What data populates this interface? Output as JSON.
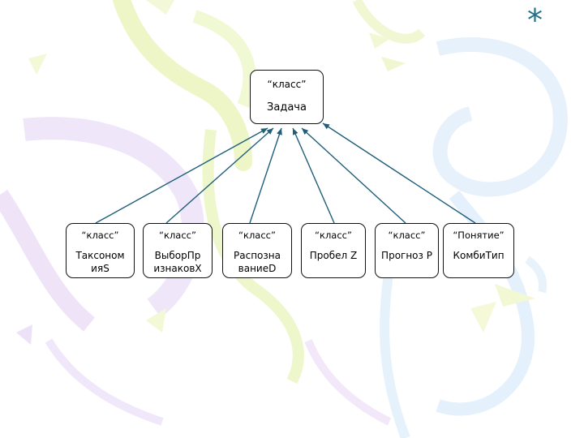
{
  "corner_mark": "*",
  "diagram": {
    "root": {
      "stereotype": "“класс”",
      "name": "Задача"
    },
    "children": [
      {
        "stereotype": "“класс”",
        "name": "Таксоном ияS"
      },
      {
        "stereotype": "“класс”",
        "name": "ВыборПр изнаковX"
      },
      {
        "stereotype": "“класс”",
        "name": "Распозна ваниеD"
      },
      {
        "stereotype": "“класс”",
        "name": "Пробел Z"
      },
      {
        "stereotype": "“класс”",
        "name": "Прогноз P"
      },
      {
        "stereotype": "“Понятие”",
        "name": "КомбиТип"
      }
    ]
  },
  "colors": {
    "edge": "#1f5f7a",
    "node_border": "#111111",
    "corner_mark": "#1f6f8b"
  }
}
